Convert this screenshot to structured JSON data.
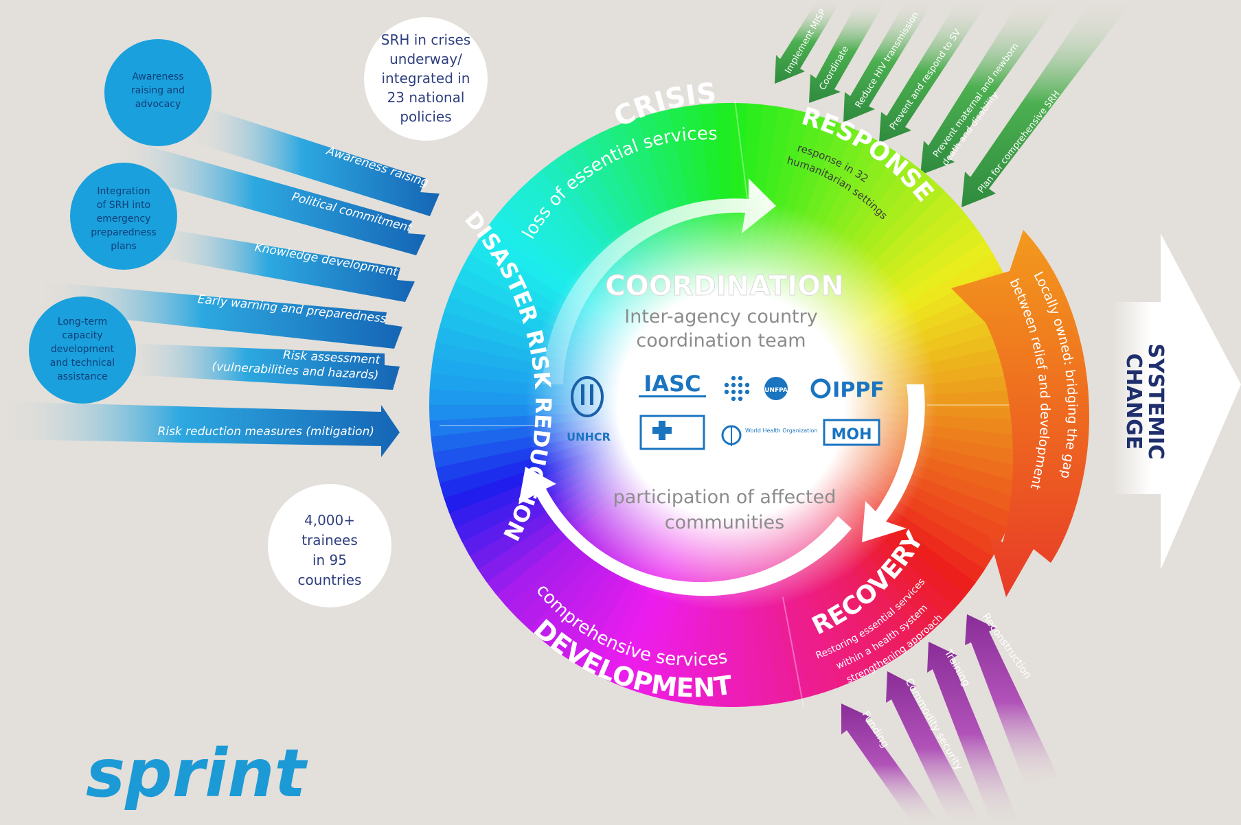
{
  "diagram": {
    "phases": {
      "crisis_title": "CRISIS",
      "crisis_sub": "loss of essential services",
      "response_title": "RESPONSE",
      "response_sub1": "response in 32",
      "response_sub2": "humanitarian settings",
      "recovery_title": "RECOVERY",
      "recovery_sub1": "Restoring essential services",
      "recovery_sub2": "within a health system",
      "recovery_sub3": "strengthening approach",
      "development_title": "DEVELOPMENT",
      "development_sub": "comprehensive services",
      "drr_title": "DISASTER RISK REDUCTION"
    },
    "center": {
      "title": "COORDINATION",
      "line1": "Inter-agency country",
      "line2": "coordination team",
      "participation1": "participation of affected",
      "participation2": "communities"
    },
    "logos": {
      "unhcr": "UNHCR",
      "iasc": "IASC",
      "unfpa": "UNFPA",
      "ippf": "IPPF",
      "moh": "MOH",
      "who": "World Health Organization"
    },
    "drr_arrows": [
      "Awareness raising",
      "Political commitment",
      "Knowledge development",
      "Early warning and preparedness",
      "Risk assessment",
      "(vulnerabilities and hazards)",
      "Risk reduction measures (mitigation)"
    ],
    "left_bubbles": [
      [
        "Awareness",
        "raising and",
        "advocacy"
      ],
      [
        "Integration",
        "of SRH into",
        "emergency",
        "preparedness",
        "plans"
      ],
      [
        "Long-term",
        "capacity",
        "development",
        "and technical",
        "assistance"
      ]
    ],
    "stats": {
      "stat1": [
        "SRH in crises",
        "underway/",
        "integrated in",
        "23 national",
        "policies"
      ],
      "stat2": [
        "4,000+",
        "trainees",
        "in 95",
        "countries"
      ]
    },
    "response_arrows": [
      "Implement MISP",
      "Coordinate",
      "Reduce HIV transmission",
      "Prevent and respond to SV",
      "Prevent maternal and newborn",
      "death and disability",
      "Plan for comprehensive SRH"
    ],
    "recovery_arrows": [
      "Funding",
      "Commodity security",
      "Training",
      "Reconstruction"
    ],
    "bridge_text1": "Locally owned: bridging the gap",
    "bridge_text2": "between relief and development",
    "systemic1": "SYSTEMIC",
    "systemic2": "CHANGE",
    "brand": "sprint"
  }
}
